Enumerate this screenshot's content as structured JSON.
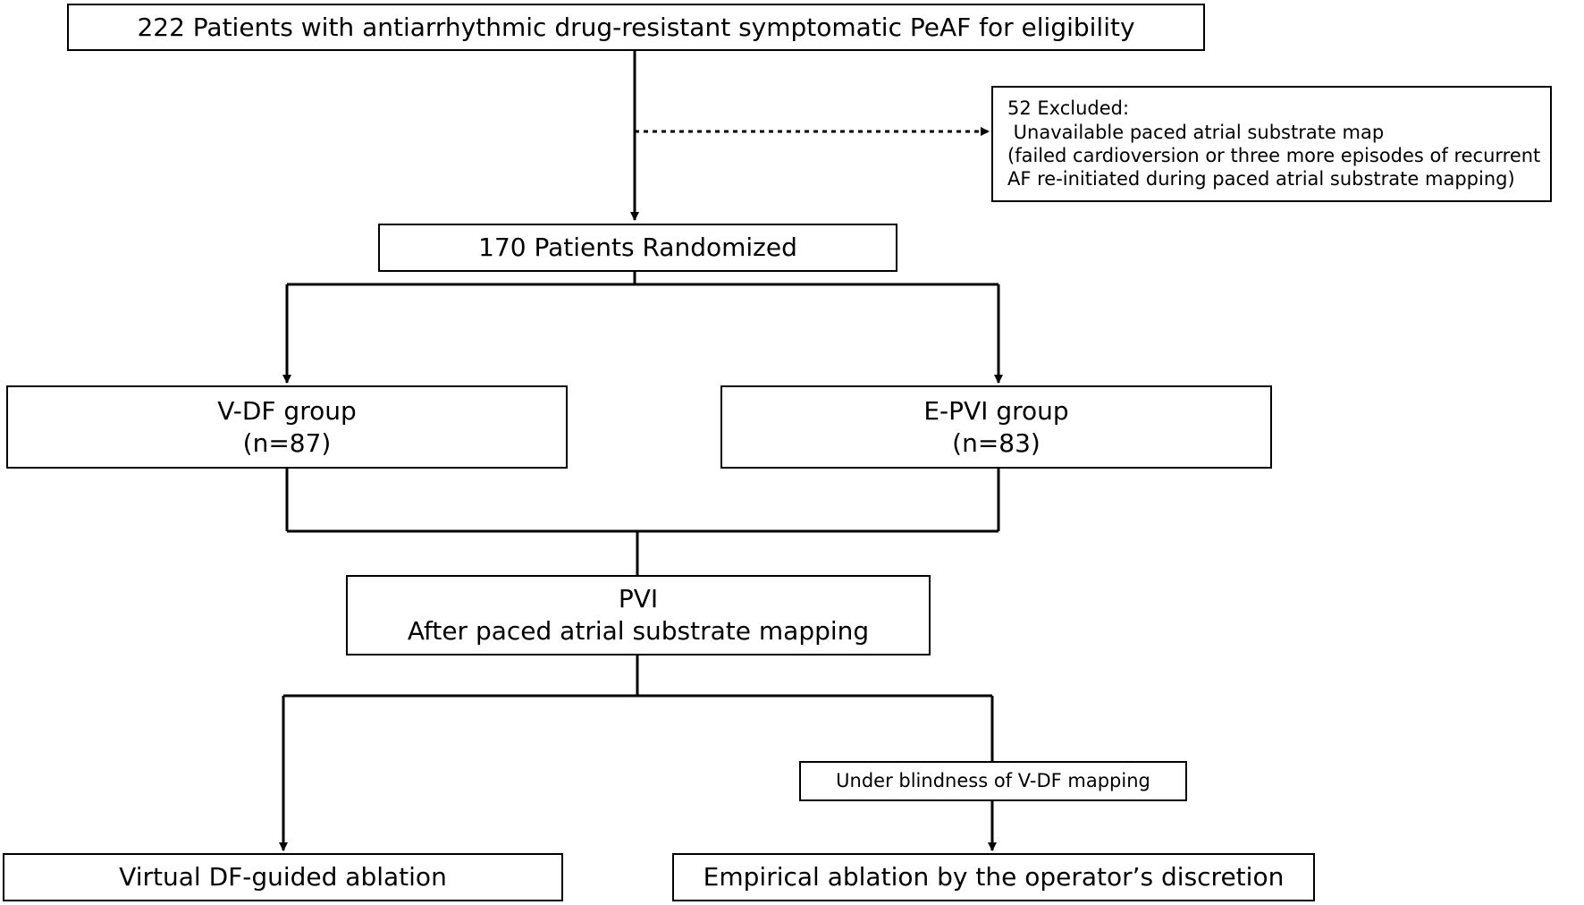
{
  "boxes": {
    "eligibility": "222 Patients with antiarrhythmic drug-resistant symptomatic PeAF for eligibility",
    "excluded": {
      "line1": "52 Excluded:",
      "line2": " Unavailable paced atrial substrate map",
      "line3": "(failed cardioversion or three more episodes of recurrent",
      "line4": "AF re-initiated during paced atrial substrate mapping)"
    },
    "randomized": "170 Patients Randomized",
    "vdf_group": {
      "line1": "V-DF group",
      "line2": "(n=87)"
    },
    "epvi_group": {
      "line1": "E-PVI group",
      "line2": "(n=83)"
    },
    "pvi": {
      "line1": "PVI",
      "line2": "After paced atrial substrate mapping"
    },
    "blindness": "Under blindness of V-DF mapping",
    "vdf_ablation": "Virtual DF-guided ablation",
    "empirical_ablation": "Empirical ablation by the operator’s discretion"
  }
}
